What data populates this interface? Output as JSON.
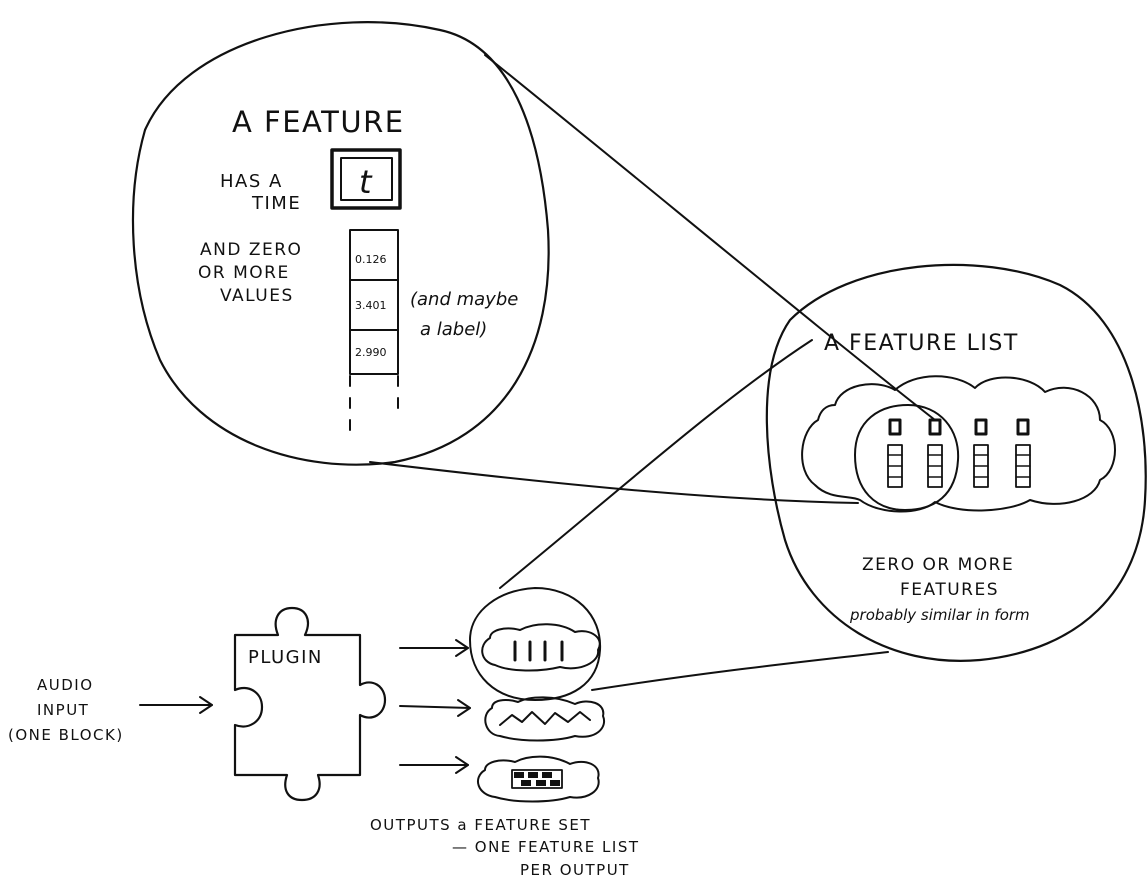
{
  "feature_bubble": {
    "title": "A FEATURE",
    "time_label_1": "HAS A",
    "time_label_2": "TIME",
    "time_symbol": "t",
    "values_label_1": "AND ZERO",
    "values_label_2": "OR MORE",
    "values_label_3": "VALUES",
    "values": [
      "0.126",
      "3.401",
      "2.990"
    ],
    "label_note_1": "(and maybe",
    "label_note_2": "a label)"
  },
  "feature_list_bubble": {
    "title": "A FEATURE LIST",
    "caption_1": "ZERO OR MORE",
    "caption_2": "FEATURES",
    "caption_3": "probably similar in form"
  },
  "pipeline": {
    "input_1": "AUDIO",
    "input_2": "INPUT",
    "input_3": "(ONE BLOCK)",
    "plugin_label": "PLUGIN",
    "output_1": "OUTPUTS a FEATURE SET",
    "output_2": "— ONE FEATURE LIST",
    "output_3": "PER OUTPUT"
  }
}
